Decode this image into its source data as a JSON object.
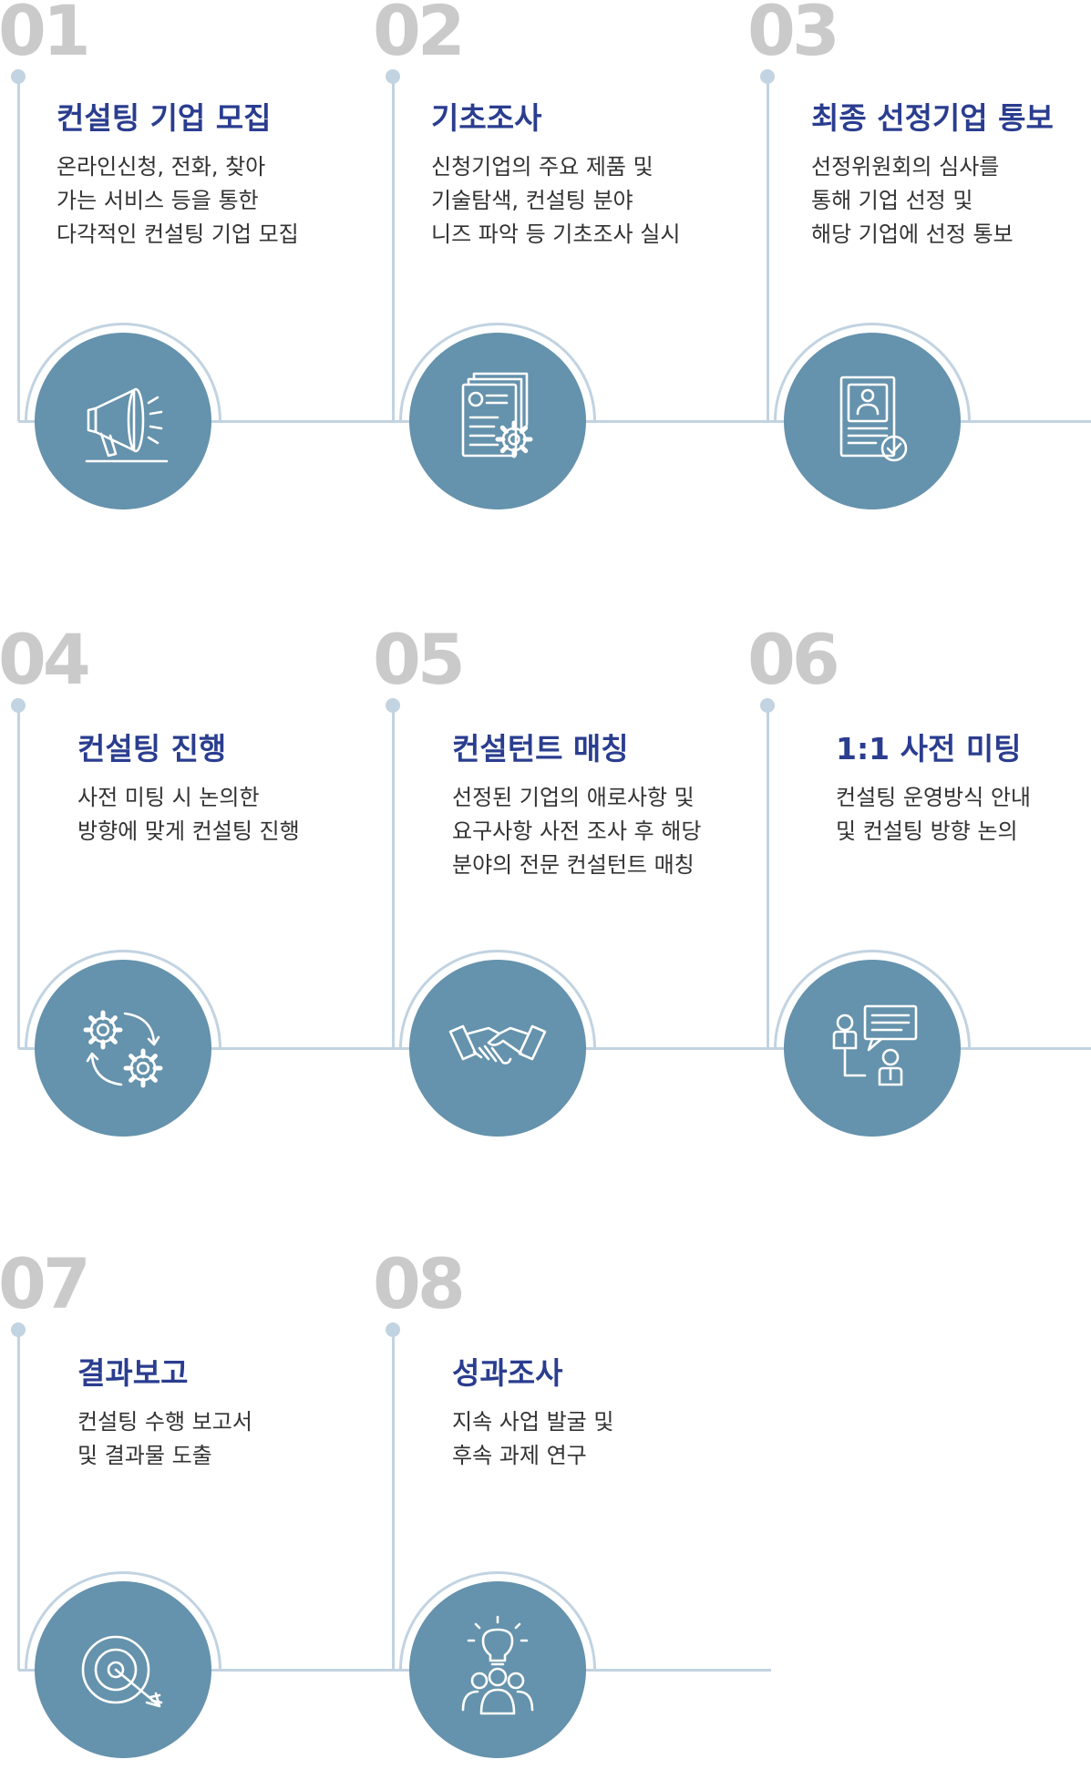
{
  "colors": {
    "number": "#cacaca",
    "title": "#2a3d8f",
    "text": "#333333",
    "line": "#c2d3e1",
    "circle": "#6592ac",
    "icon": "#ffffff"
  },
  "steps": [
    {
      "number": "01",
      "title": "컨설팅 기업 모집",
      "icon": "megaphone-icon",
      "lines": [
        "온라인신청, 전화, 찾아",
        "가는 서비스 등을 통한",
        "다각적인 컨설팅 기업 모집"
      ]
    },
    {
      "number": "02",
      "title": "기초조사",
      "icon": "document-gear-icon",
      "lines": [
        "신청기업의 주요 제품 및",
        "기술탐색, 컨설팅 분야",
        "니즈 파악 등 기초조사 실시"
      ]
    },
    {
      "number": "03",
      "title": "최종 선정기업 통보",
      "icon": "profile-document-check-icon",
      "lines": [
        "선정위원회의 심사를",
        "통해 기업 선정 및",
        "해당 기업에 선정 통보"
      ]
    },
    {
      "number": "04",
      "title": "컨설팅 진행",
      "icon": "gears-cycle-icon",
      "lines": [
        "사전 미팅 시 논의한",
        "방향에 맞게 컨설팅 진행"
      ]
    },
    {
      "number": "05",
      "title": "컨설턴트 매칭",
      "icon": "handshake-icon",
      "lines": [
        "선정된 기업의 애로사항 및",
        "요구사항 사전 조사 후 해당",
        "분야의 전문 컨설턴트 매칭"
      ]
    },
    {
      "number": "06",
      "title": "1:1 사전 미팅",
      "icon": "meeting-chat-icon",
      "lines": [
        "컨설팅 운영방식 안내",
        "및 컨설팅 방향 논의"
      ]
    },
    {
      "number": "07",
      "title": "결과보고",
      "icon": "target-arrow-icon",
      "lines": [
        "컨설팅 수행 보고서",
        "및 결과물 도출"
      ]
    },
    {
      "number": "08",
      "title": "성과조사",
      "icon": "lightbulb-team-icon",
      "lines": [
        "지속 사업 발굴 및",
        "후속 과제 연구"
      ]
    }
  ]
}
